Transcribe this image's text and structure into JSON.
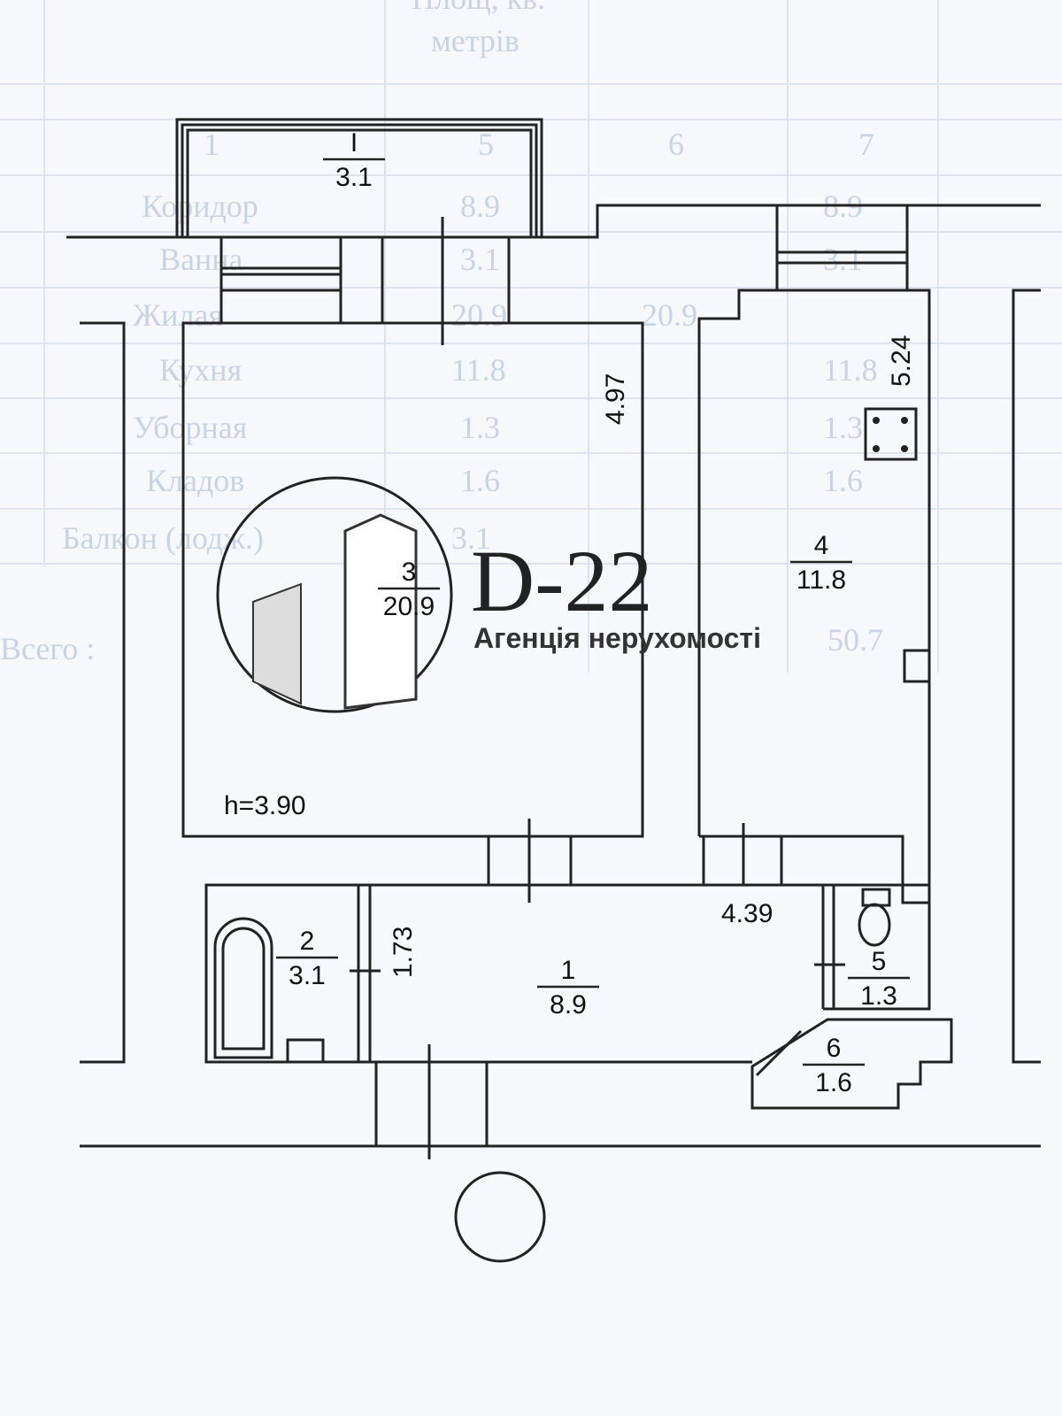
{
  "background_table": {
    "header": [
      "Площ, кв.",
      "метрів"
    ],
    "column_numbers": [
      "1",
      "5",
      "6",
      "7"
    ],
    "rows": [
      {
        "name": "Коридор",
        "v1": "8.9",
        "v2": "",
        "v3": "8.9"
      },
      {
        "name": "Ванна",
        "v1": "3.1",
        "v2": "",
        "v3": "3.1"
      },
      {
        "name": "Жилая",
        "v1": "20.9",
        "v2": "20.9",
        "v3": ""
      },
      {
        "name": "Кухня",
        "v1": "11.8",
        "v2": "",
        "v3": "11.8"
      },
      {
        "name": "Уборная",
        "v1": "1.3",
        "v2": "",
        "v3": "1.3"
      },
      {
        "name": "Кладов",
        "v1": "1.6",
        "v2": "",
        "v3": "1.6"
      },
      {
        "name": "Балкон (лодж.)",
        "v1": "3.1",
        "v2": "",
        "v3": ""
      }
    ],
    "total_label": "Всего :",
    "total_value": "50.7"
  },
  "rooms": [
    {
      "number": "I",
      "area": "3.1"
    },
    {
      "number": "3",
      "area": "20.9"
    },
    {
      "number": "4",
      "area": "11.8"
    },
    {
      "number": "2",
      "area": "3.1"
    },
    {
      "number": "1",
      "area": "8.9"
    },
    {
      "number": "5",
      "area": "1.3"
    },
    {
      "number": "6",
      "area": "1.6"
    }
  ],
  "dimensions": {
    "room3_length": "4.97",
    "room4_length": "5.24",
    "corridor_length": "4.39",
    "bath_width": "1.73",
    "ceiling_height": "h=3.90"
  },
  "logo": {
    "brand": "D-22",
    "tagline": "Агенція нерухомості"
  }
}
